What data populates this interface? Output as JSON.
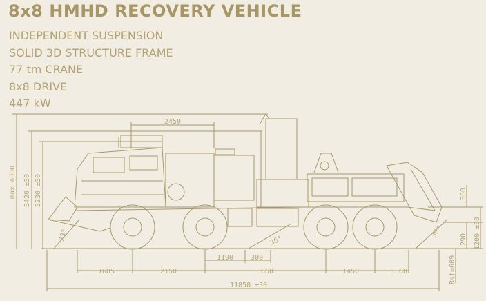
{
  "title": "8x8 HMHD RECOVERY VEHICLE",
  "specs": [
    "INDEPENDENT SUSPENSION",
    "SOLID 3D STRUCTURE FRAME",
    "77 tm CRANE",
    "8x8 DRIVE",
    "447 kW"
  ],
  "dimensions": {
    "cab_length": "2450",
    "max_height": "max 4000",
    "height_2": "3420 ±30",
    "height_3": "3230 ±30",
    "approach_angle": "23°",
    "ramp_angle": "36°",
    "departure_angle": "30°",
    "axle_1_2": "1605",
    "axle_2_gap": "2150",
    "wheelbase_mid": "3660",
    "axle_3_4": "1450",
    "rear_overhang": "1368",
    "offset_1190": "1190",
    "offset_300": "300",
    "total_length": "11850 ±30",
    "rear_300": "300",
    "rear_1200": "1200 ±30",
    "rear_290": "290",
    "turning_radius": "Rst=609"
  },
  "colors": {
    "background": "#f1ede3",
    "line": "#a8986a",
    "title": "#a89766"
  }
}
